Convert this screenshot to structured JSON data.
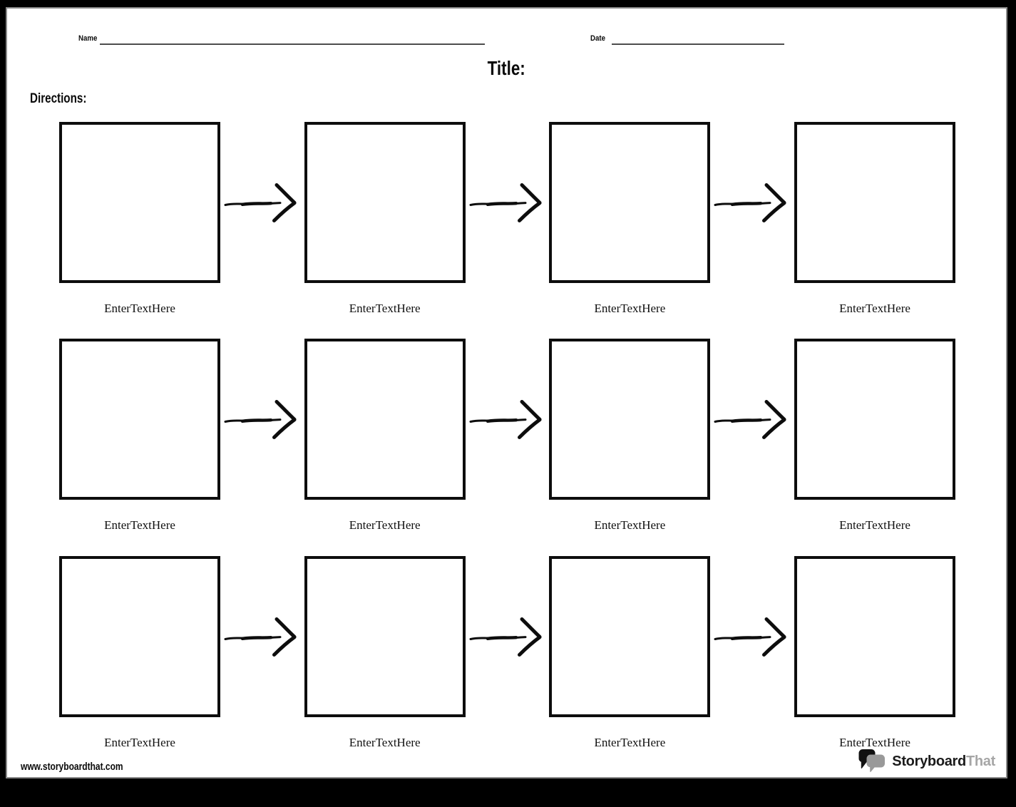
{
  "header": {
    "name_label": "Name",
    "date_label": "Date",
    "title_label": "Title:",
    "directions_label": "Directions:"
  },
  "grid": {
    "rows": [
      {
        "cells": [
          {
            "label": "EnterTextHere"
          },
          {
            "label": "EnterTextHere"
          },
          {
            "label": "EnterTextHere"
          },
          {
            "label": "EnterTextHere"
          }
        ]
      },
      {
        "cells": [
          {
            "label": "EnterTextHere"
          },
          {
            "label": "EnterTextHere"
          },
          {
            "label": "EnterTextHere"
          },
          {
            "label": "EnterTextHere"
          }
        ]
      },
      {
        "cells": [
          {
            "label": "EnterTextHere"
          },
          {
            "label": "EnterTextHere"
          },
          {
            "label": "EnterTextHere"
          },
          {
            "label": "EnterTextHere"
          }
        ]
      }
    ]
  },
  "footer": {
    "website": "www.storyboardthat.com",
    "logo_text_primary": "Storyboard",
    "logo_text_secondary": "That"
  },
  "icons": {
    "arrow": "hand-drawn-arrow-icon",
    "logo": "speech-bubbles-icon"
  },
  "colors": {
    "frame": "#000000",
    "page": "#ffffff",
    "page_edge": "#8a8a8a",
    "ink": "#0d0d0d",
    "underline": "#4d4d4d",
    "logo_gray": "#a6a6a6"
  }
}
